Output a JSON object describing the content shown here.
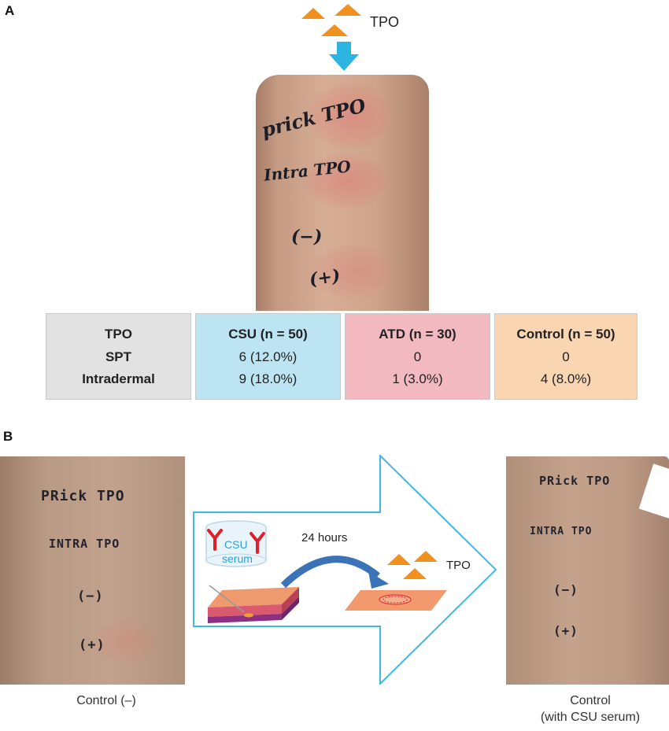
{
  "panel_a": {
    "label": "A",
    "tpo_label": "TPO",
    "arm_annotations": [
      "prick TPO",
      "Intra TPO",
      "(−)",
      "(+)"
    ],
    "table": {
      "row_labels": [
        "TPO",
        "SPT",
        "Intradermal"
      ],
      "columns": [
        {
          "header": "CSU (n = 50)",
          "spt": "6 (12.0%)",
          "intradermal": "9 (18.0%)",
          "color": "#bde4f2"
        },
        {
          "header": "ATD (n = 30)",
          "spt": "0",
          "intradermal": "1 (3.0%)",
          "color": "#f3b9c0"
        },
        {
          "header": "Control (n = 50)",
          "spt": "0",
          "intradermal": "4 (8.0%)",
          "color": "#f9d5b1"
        }
      ]
    }
  },
  "panel_b": {
    "label": "B",
    "left_arm_annotations": [
      "PRick TPO",
      "INTRA TPO",
      "(−)",
      "(+)"
    ],
    "right_arm_annotations": [
      "PRick TPO",
      "INTRA TPO",
      "(−)",
      "(+)"
    ],
    "diagram": {
      "vial_text_line1": "CSU",
      "vial_text_line2": "serum",
      "time_label": "24 hours",
      "tpo_label": "TPO"
    },
    "caption_left": "Control (–)",
    "caption_right_line1": "Control",
    "caption_right_line2": "(with CSU serum)"
  },
  "colors": {
    "tpo_triangle": "#f0901e",
    "down_arrow": "#2bb5e0",
    "big_arrow_outline": "#3fb9e3",
    "antibody": "#e0202a",
    "vial_text": "#2aa0d8"
  }
}
